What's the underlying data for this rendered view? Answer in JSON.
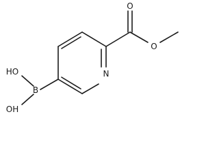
{
  "structure": {
    "atoms": {
      "ring_n": "N",
      "carbonyl_o": "O",
      "ester_o": "O",
      "boron": "B",
      "hydroxyl_1": "HO",
      "hydroxyl_2": "OH"
    }
  }
}
